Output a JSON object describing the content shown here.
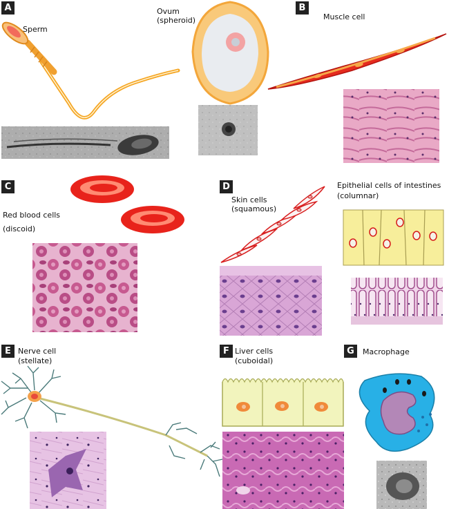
{
  "panels": [
    {
      "letter": "A",
      "labels": [
        "Sperm",
        "Ovum",
        "(spheroid)"
      ]
    },
    {
      "letter": "B",
      "labels": [
        "Muscle cell"
      ]
    },
    {
      "letter": "C",
      "labels": [
        "Red blood cells",
        "(discoid)"
      ]
    },
    {
      "letter": "D",
      "labels": [
        "Skin cells",
        "(squamous)",
        "Epithelial cells of intestines",
        "(columnar)"
      ]
    },
    {
      "letter": "E",
      "labels": [
        "Nerve cell",
        "(stellate)"
      ]
    },
    {
      "letter": "F",
      "labels": [
        "Liver cells",
        "(cuboidal)"
      ]
    },
    {
      "letter": "G",
      "labels": [
        "Macrophage"
      ]
    }
  ]
}
